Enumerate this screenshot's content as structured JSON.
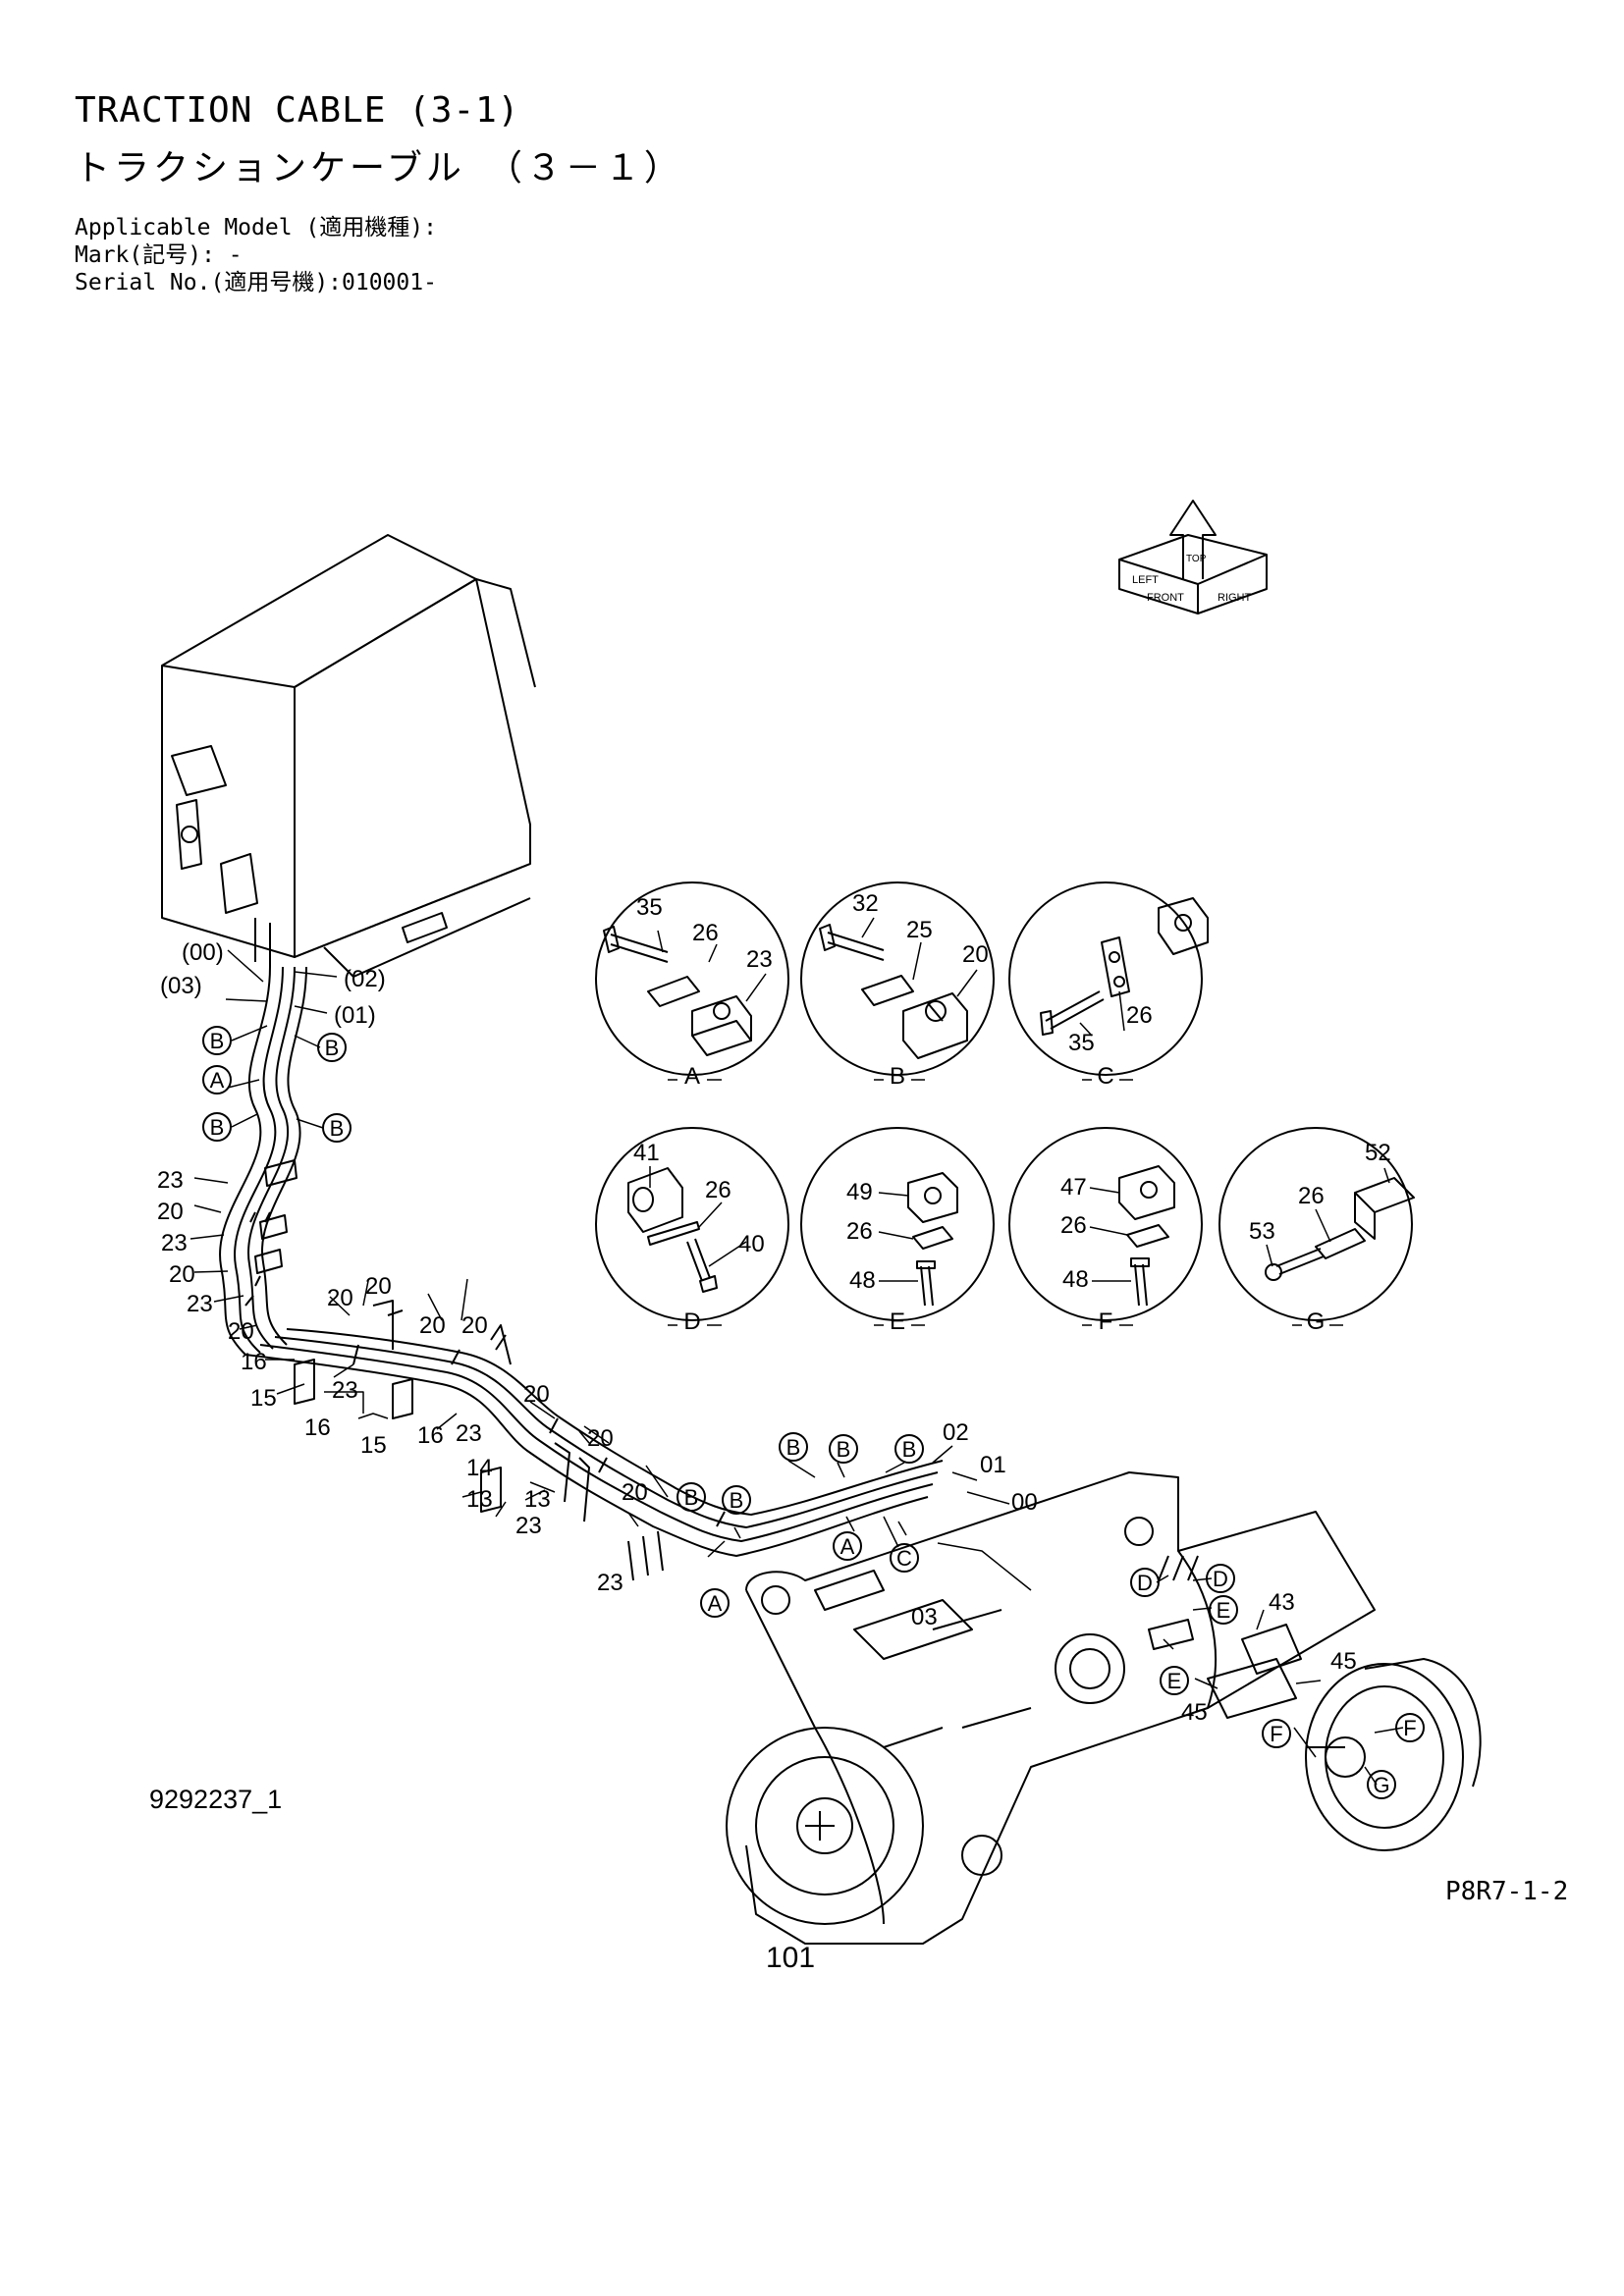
{
  "header": {
    "title_en": "TRACTION CABLE (3-1)",
    "title_jp": "トラクションケーブル　（３－１）",
    "applicable_model": "Applicable Model (適用機種):",
    "mark": "Mark(記号): -",
    "serial": "Serial No.(適用号機):010001-"
  },
  "orientation_icon": {
    "labels": [
      "TOP",
      "FRONT",
      "LEFT",
      "RIGHT"
    ]
  },
  "callouts": {
    "harness_top": [
      "(00)",
      "(03)",
      "(02)",
      "(01)"
    ],
    "clip_letters_top": [
      "B",
      "B",
      "A",
      "B",
      "B"
    ],
    "left_column": [
      "23",
      "20",
      "23",
      "20",
      "23",
      "20",
      "16",
      "15",
      "16",
      "15",
      "16"
    ],
    "middle": [
      "20",
      "20",
      "23",
      "20",
      "20",
      "23",
      "20",
      "20",
      "14",
      "13",
      "13",
      "23",
      "20",
      "23"
    ],
    "right_run": [
      "B",
      "B",
      "B",
      "B",
      "B",
      "A",
      "C",
      "A",
      "02",
      "01",
      "00",
      "03"
    ],
    "motor": [
      "D",
      "D",
      "E",
      "E",
      "43",
      "45",
      "45",
      "F",
      "F",
      "G"
    ]
  },
  "details": [
    {
      "letter": "A",
      "parts": [
        "35",
        "26",
        "23"
      ]
    },
    {
      "letter": "B",
      "parts": [
        "32",
        "25",
        "20"
      ]
    },
    {
      "letter": "C",
      "parts": [
        "26",
        "35"
      ]
    },
    {
      "letter": "D",
      "parts": [
        "41",
        "26",
        "40"
      ]
    },
    {
      "letter": "E",
      "parts": [
        "49",
        "26",
        "48"
      ]
    },
    {
      "letter": "F",
      "parts": [
        "47",
        "26",
        "48"
      ]
    },
    {
      "letter": "G",
      "parts": [
        "52",
        "26",
        "53"
      ]
    }
  ],
  "footer": {
    "drawing_no": "9292237_1",
    "page_code": "P8R7-1-2",
    "page_number": "101"
  }
}
